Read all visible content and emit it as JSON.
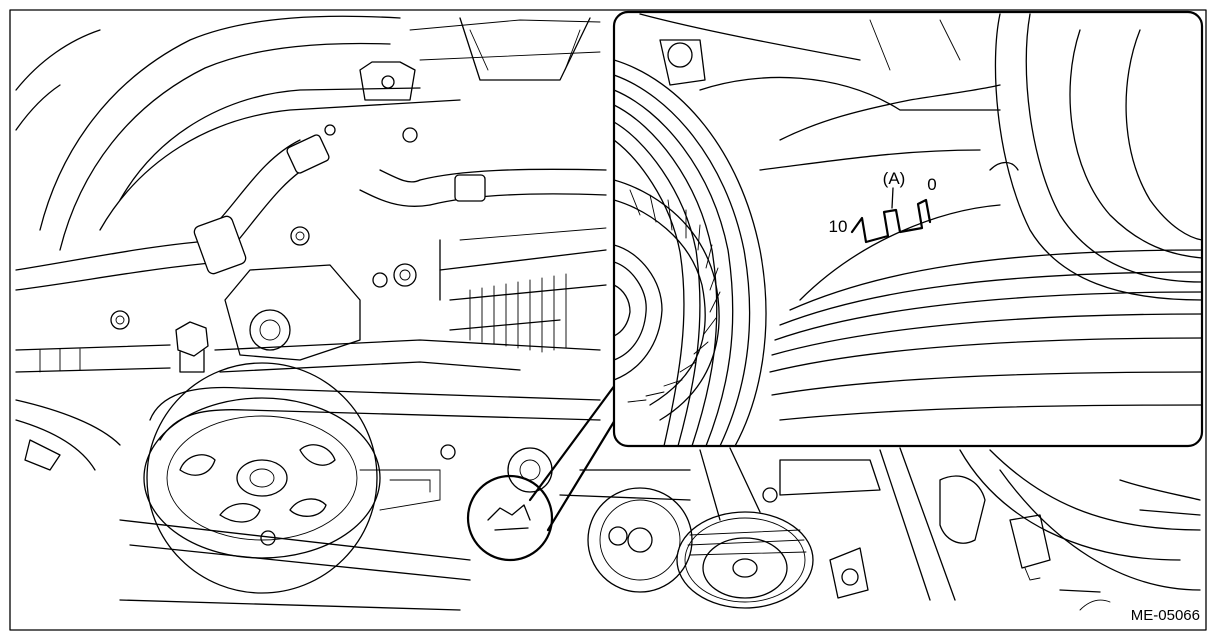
{
  "figure": {
    "code": "ME-05066",
    "inset": {
      "label_a": "(A)",
      "scale_min": "0",
      "scale_max": "10"
    }
  }
}
